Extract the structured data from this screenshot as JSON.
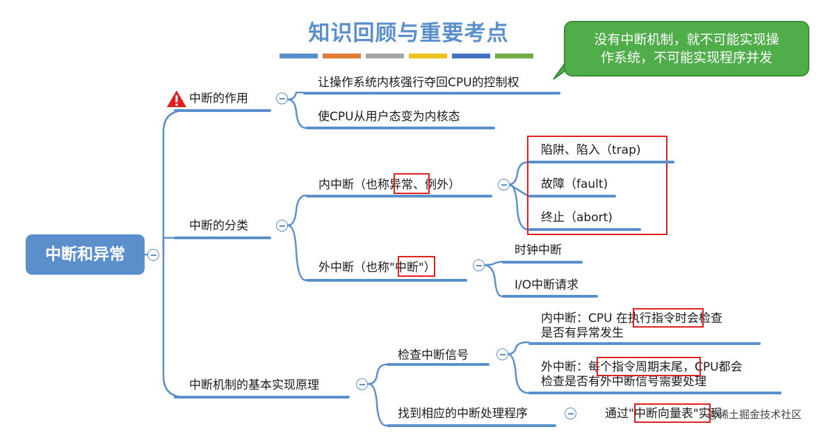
{
  "title": "知识回顾与重要考点",
  "color_bars": [
    "#5b8fcb",
    "#e07b39",
    "#a5a5a5",
    "#f0c020",
    "#4472c4",
    "#70ad47"
  ],
  "callout": {
    "line1": "没有中断机制，就不可能实现操",
    "line2": "作系统，不可能实现程序并发"
  },
  "root": "中断和异常",
  "branches": {
    "role": {
      "label": "中断的作用",
      "icon": "warning-icon",
      "items": [
        "让操作系统内核强行夺回CPU的控制权",
        "使CPU从用户态变为内核态"
      ]
    },
    "classify": {
      "label": "中断的分类",
      "internal": {
        "label": "内中断（也称异常、例外）",
        "items": [
          "陷阱、陷入（trap)",
          "故障（fault)",
          "终止（abort)"
        ]
      },
      "external": {
        "label": "外中断（也称\"中断\"）",
        "items": [
          "时钟中断",
          "I/O中断请求"
        ]
      }
    },
    "principle": {
      "label": "中断机制的基本实现原理",
      "check": {
        "label": "检查中断信号",
        "internal_line1": "内中断：CPU 在执行指令时会检查",
        "internal_line2": "是否有异常发生",
        "external_line1": "外中断：每个指令周期末尾，CPU都会",
        "external_line2": "检查是否有外中断信号需要处理"
      },
      "handler": {
        "label": "找到相应的中断处理程序",
        "detail": "通过\"中断向量表\"实现"
      }
    }
  },
  "watermark": "@稀土掘金技术社区"
}
